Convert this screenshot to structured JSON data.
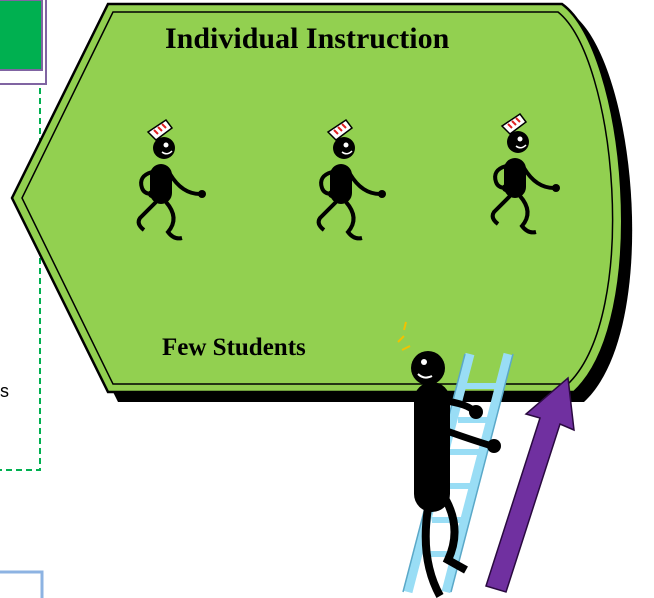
{
  "diagram": {
    "title": "Individual Instruction",
    "caption": "Few Students",
    "left_panel_cut_text": "s",
    "colors": {
      "panel_fill": "#92D050",
      "panel_stroke": "#000000",
      "left_green_tab": "#00B050",
      "left_dashed": "#00B050",
      "left_outline": "#8064A2",
      "bottom_tab": "#8DB3E2",
      "ladder": "#99DDF5",
      "arrow": "#7030A0"
    },
    "figures": [
      {
        "name": "walking-student-1",
        "icon": "stick-figure-walking"
      },
      {
        "name": "walking-student-2",
        "icon": "stick-figure-walking"
      },
      {
        "name": "walking-student-3",
        "icon": "stick-figure-walking"
      },
      {
        "name": "climbing-student",
        "icon": "stick-figure-climbing-ladder"
      }
    ]
  }
}
